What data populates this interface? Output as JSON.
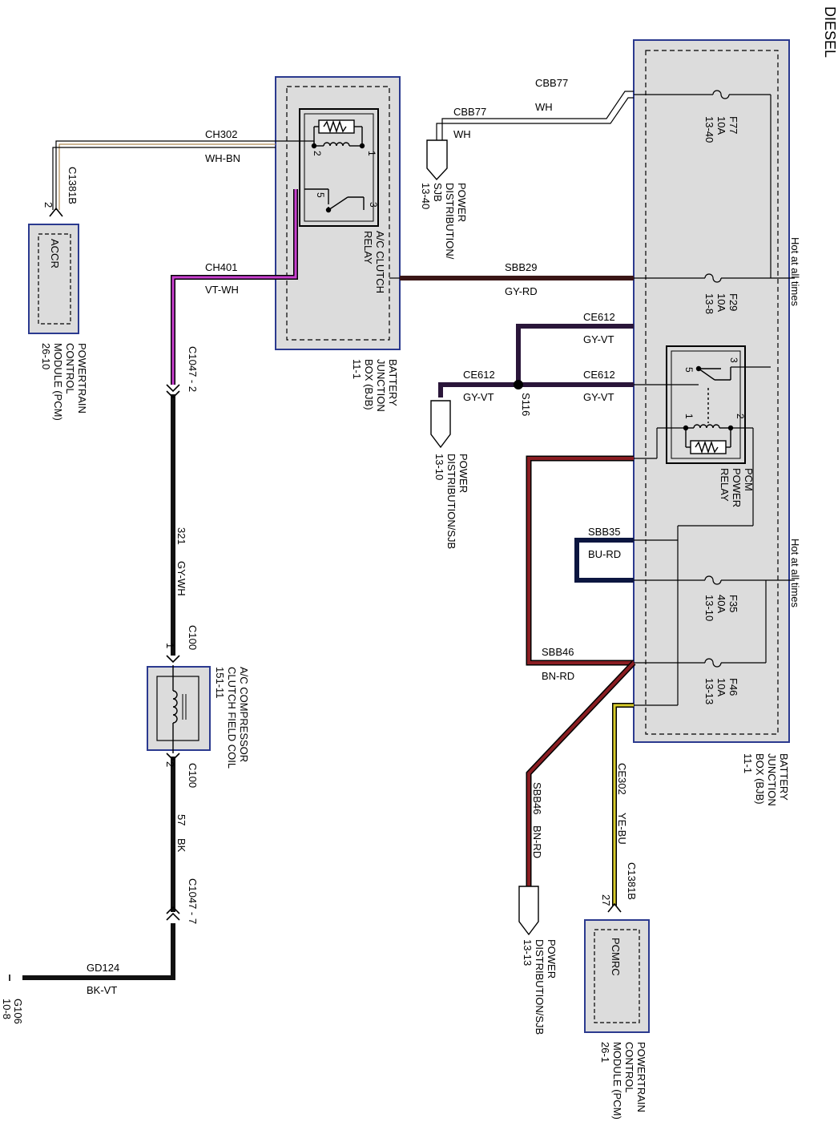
{
  "title": "DIESEL",
  "notes": {
    "hot1": "Hot at all times",
    "hot2": "Hot at all times"
  },
  "colors": {
    "component_fill": "#dcdcdc",
    "component_border": "#2b3a8f",
    "gy_rd": "#3a1616",
    "vt_wh": "#c93fcf",
    "gy_vt": "#2a163a",
    "bn_rd": "#8a1d22",
    "bu_rd": "#0c1640",
    "ye_bu": "#d8cc2a",
    "bk": "#111111"
  },
  "bjb_left": {
    "lines": [
      "BATTERY",
      "JUNCTION",
      "BOX (BJB)",
      "11-1"
    ]
  },
  "bjb_right": {
    "lines": [
      "BATTERY",
      "JUNCTION",
      "BOX (BJB)",
      "11-1"
    ]
  },
  "ac_relay": {
    "lines": [
      "A/C CLUTCH",
      "RELAY"
    ],
    "pins": [
      "1",
      "2",
      "3",
      "5"
    ]
  },
  "pcm_relay": {
    "lines": [
      "PCM",
      "POWER",
      "RELAY"
    ],
    "pins": [
      "1",
      "2",
      "3",
      "5"
    ]
  },
  "fuses": [
    {
      "name": "F77",
      "rating": "10A",
      "ref": "13-40"
    },
    {
      "name": "F29",
      "rating": "10A",
      "ref": "13-8"
    },
    {
      "name": "F35",
      "rating": "40A",
      "ref": "13-10"
    },
    {
      "name": "F46",
      "rating": "10A",
      "ref": "13-13"
    }
  ],
  "pcm_accr": {
    "code": "ACCR",
    "lines": [
      "POWERTRAIN",
      "CONTROL",
      "MODULE (PCM)",
      "26-10"
    ],
    "connector": "C1381B",
    "pin": "2"
  },
  "pcm_pcmrc": {
    "code": "PCMRC",
    "lines": [
      "POWERTRAIN",
      "CONTROL",
      "MODULE (PCM)",
      "26-1"
    ],
    "connector": "C1381B",
    "pin": "27"
  },
  "compressor": {
    "lines": [
      "A/C COMPRESSOR",
      "CLUTCH FIELD COIL",
      "151-11"
    ],
    "connector": "C100",
    "pin1": "1",
    "pin2": "2"
  },
  "power_dist": [
    {
      "lines": [
        "POWER",
        "DISTRIBUTION/",
        "SJB",
        "13-40"
      ]
    },
    {
      "lines": [
        "POWER",
        "DISTRIBUTION/SJB",
        "13-10"
      ]
    },
    {
      "lines": [
        "POWER",
        "DISTRIBUTION/SJB",
        "13-13"
      ]
    }
  ],
  "splice": "S116",
  "ground": {
    "lines": [
      "G106",
      "10-8"
    ]
  },
  "wires": {
    "cbb77_top": {
      "circuit": "CBB77",
      "color": "WH"
    },
    "cbb77_mid": {
      "circuit": "CBB77",
      "color": "WH"
    },
    "ch302": {
      "circuit": "CH302",
      "color": "WH-BN"
    },
    "ch401": {
      "circuit": "CH401",
      "color": "VT-WH"
    },
    "sbb29": {
      "circuit": "SBB29",
      "color": "GY-RD"
    },
    "ce612_a": {
      "circuit": "CE612",
      "color": "GY-VT"
    },
    "ce612_b": {
      "circuit": "CE612",
      "color": "GY-VT"
    },
    "ce612_c": {
      "circuit": "CE612",
      "color": "GY-VT"
    },
    "sbb35": {
      "circuit": "SBB35",
      "color": "BU-RD"
    },
    "sbb46_a": {
      "circuit": "SBB46",
      "color": "BN-RD"
    },
    "sbb46_b": {
      "circuit": "SBB46",
      "color": "BN-RD"
    },
    "ce302": {
      "circuit": "CE302",
      "color": "YE-BU"
    },
    "w321": {
      "circuit": "321",
      "color": "GY-WH"
    },
    "w57": {
      "circuit": "57",
      "color": "BK"
    },
    "gd124": {
      "circuit": "GD124",
      "color": "BK-VT"
    }
  },
  "connectors": {
    "c1047_2": "C1047 - 2",
    "c1047_7": "C1047 - 7",
    "c100_top": "C100",
    "c100_bot": "C100"
  }
}
